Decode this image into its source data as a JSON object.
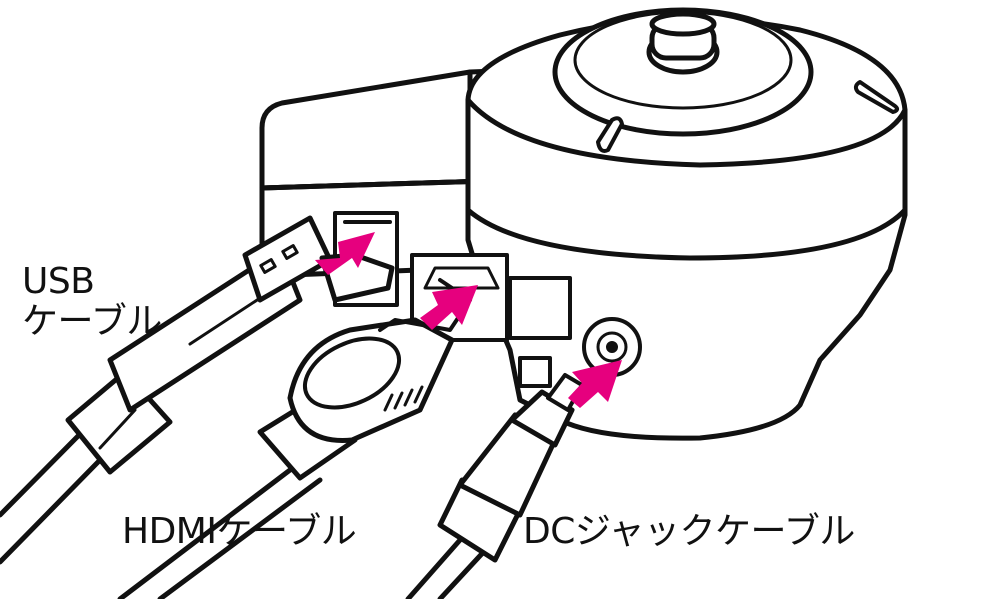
{
  "labels": {
    "usb_line1": "USB",
    "usb_line2": "ケーブル",
    "hdmi": "HDMIケーブル",
    "dc": "DCジャックケーブル"
  },
  "colors": {
    "arrow": "#e6007e",
    "outline": "#111111",
    "fill": "#ffffff"
  },
  "icons": {
    "arrow": "insert-arrow-icon"
  }
}
